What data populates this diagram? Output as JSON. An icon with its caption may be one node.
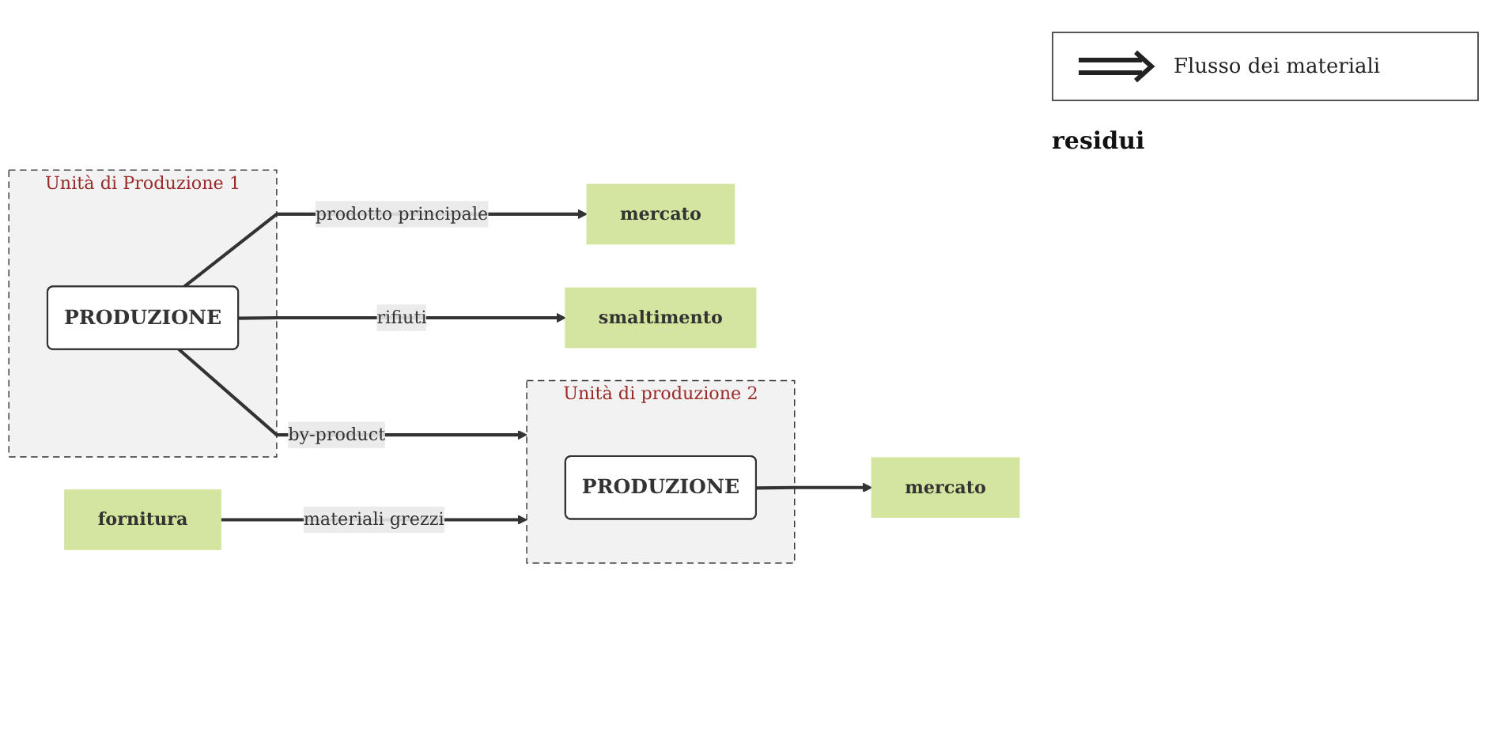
{
  "diagram": {
    "nodes": [
      {
        "text": [
          "Unità di Produzione 1"
        ]
      },
      {
        "text": [
          "PRODUZIONE"
        ],
        "in": 0
      },
      {
        "text": [
          "mercato"
        ]
      },
      {
        "text": [
          "smaltimento"
        ]
      },
      {
        "text": [
          "Unità di produzione 2"
        ]
      },
      {
        "text": [
          "PRODUZIONE"
        ],
        "in": 4
      },
      {
        "text": [
          "mercato"
        ]
      },
      {
        "text": [
          "fornitura"
        ]
      }
    ],
    "edges": [
      {
        "from": 1,
        "to": 2,
        "arrow": "to",
        "label": "prodotto principale"
      },
      {
        "from": 1,
        "to": 3,
        "arrow": "to",
        "label": "rifiuti"
      },
      {
        "from": 1,
        "to": 4,
        "arrow": "to",
        "label": "by-product"
      },
      {
        "from": 7,
        "to": 4,
        "arrow": "to",
        "label": "materiali grezzi"
      },
      {
        "from": 5,
        "to": 6,
        "arrow": "to"
      }
    ],
    "labels": [
      "residui"
    ],
    "legend": [
      {
        "text": "Flusso dei materiali"
      }
    ]
  }
}
